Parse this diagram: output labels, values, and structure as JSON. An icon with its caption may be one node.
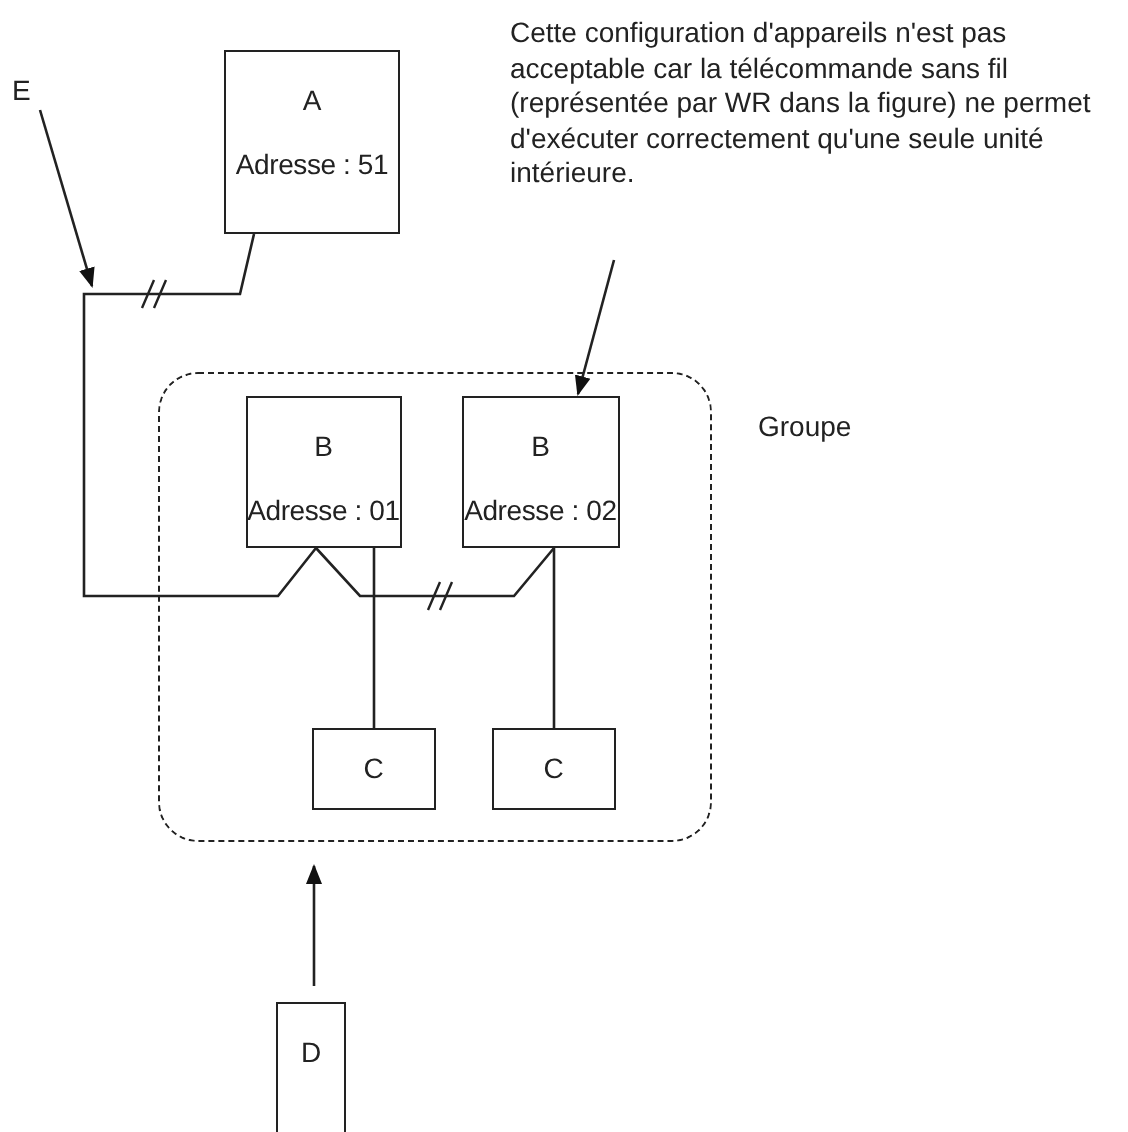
{
  "diagram": {
    "nodes": [
      {
        "text": [
          "A",
          "Adresse : 51"
        ]
      },
      {
        "text": [
          "Cette configuration d'appareils n'est pas acceptable car la télécommande sans fil (représentée par WR dans la figure) ne permet d'exécuter correctement qu'une seule unité intérieure."
        ]
      },
      {
        "text": [
          "E"
        ]
      },
      {
        "text": [
          "Groupe"
        ]
      },
      {
        "text": [
          "B",
          "Adresse : 01"
        ],
        "in": 3
      },
      {
        "text": [
          "B",
          "Adresse : 02"
        ],
        "in": 3
      },
      {
        "text": [
          "C"
        ],
        "in": 3
      },
      {
        "text": [
          "C"
        ],
        "in": 3
      },
      {
        "text": [
          "D"
        ]
      }
    ],
    "edges": [
      {
        "from": 0,
        "to": 4,
        "arrow": "none"
      },
      {
        "from": 4,
        "to": 5,
        "arrow": "none"
      },
      {
        "from": 4,
        "to": 6,
        "arrow": "none"
      },
      {
        "from": 5,
        "to": 7,
        "arrow": "none"
      },
      {
        "from": 1,
        "to": 5,
        "arrow": "to"
      },
      {
        "from": 8,
        "to": 3,
        "arrow": "to"
      },
      {
        "from": 2,
        "to": null,
        "arrow": "to"
      }
    ]
  }
}
